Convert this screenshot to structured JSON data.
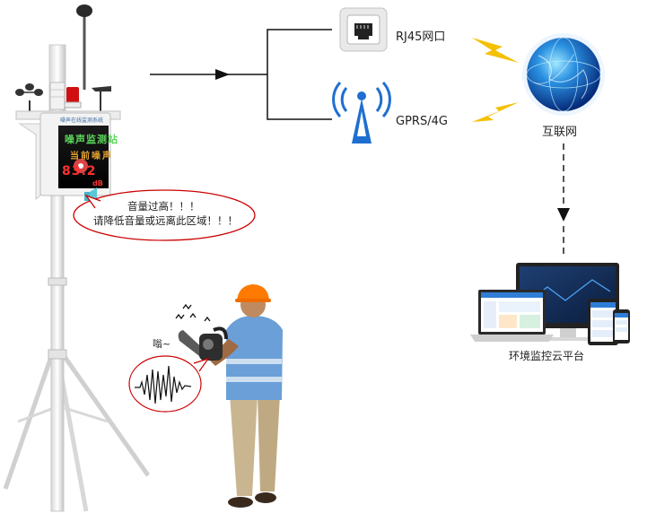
{
  "device": {
    "title": "噪声在线监测系统",
    "screen_line1": "噪声监测站",
    "screen_line2": "当前噪声",
    "screen_value": "83.2",
    "screen_unit": "dB"
  },
  "warning_bubble": {
    "line1": "音量过高！！！",
    "line2": "请降低音量或远离此区域！！！"
  },
  "buzz_text": "嗡~",
  "network": {
    "rj45_label": "RJ45网口",
    "gprs_label": "GPRS/4G",
    "internet_label": "互联网",
    "platform_label": "环境监控云平台"
  },
  "colors": {
    "line": "#111111",
    "lightning": "#f5c000",
    "globe": "#1e6fd0",
    "bubble_border": "#d00000",
    "helmet": "#ff7a00",
    "vest": "#6a9fd8"
  }
}
